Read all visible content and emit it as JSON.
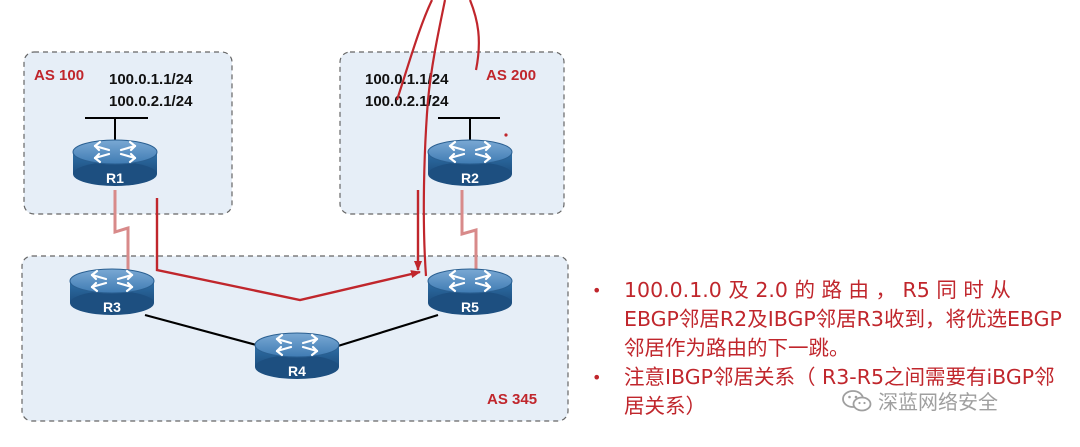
{
  "as_labels": {
    "as100": "AS 100",
    "as200": "AS 200",
    "as345": "AS 345"
  },
  "prefixes": {
    "as100": [
      "100.0.1.1/24",
      "100.0.2.1/24"
    ],
    "as200": [
      "100.0.1.1/24",
      "100.0.2.1/24"
    ]
  },
  "routers": {
    "r1": "R1",
    "r2": "R2",
    "r3": "R3",
    "r4": "R4",
    "r5": "R5"
  },
  "notes": [
    "100.0.1.0 及 2.0 的 路 由 ， R5 同 时 从 EBGP邻居R2及IBGP邻居R3收到，将优选EBGP邻居作为路由的下一跳。",
    "注意IBGP邻居关系（ R3-R5之间需要有iBGP邻居关系）"
  ],
  "bullet": "•",
  "watermark": "深蓝网络安全",
  "colors": {
    "as_fill": "#e6eef7",
    "as_border": "#666666",
    "router_top": "#5b8fbf",
    "router_body": "#2d6da3",
    "serial_link": "#d88a8a",
    "ethernet_link": "#000000",
    "annotation_red": "#c0262c"
  },
  "icons": {
    "router": "router-icon",
    "watermark": "wechat-icon"
  }
}
